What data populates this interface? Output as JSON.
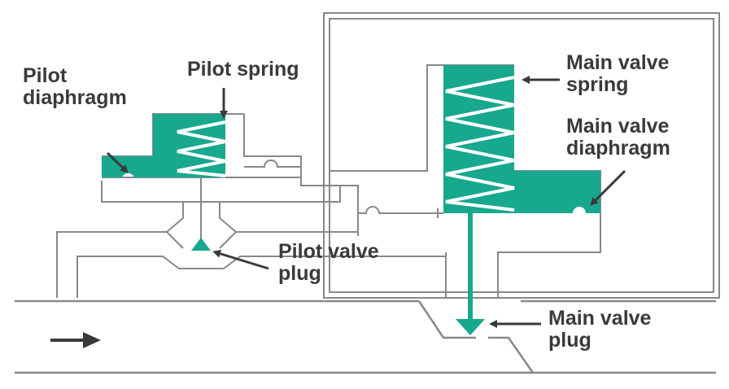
{
  "labels": {
    "pilot_diaphragm": [
      "Pilot",
      "diaphragm"
    ],
    "pilot_spring": "Pilot spring",
    "main_valve_spring": [
      "Main valve",
      "spring"
    ],
    "main_valve_diaphragm": [
      "Main valve",
      "diaphragm"
    ],
    "pilot_valve_plug": [
      "Pilot valve",
      "plug"
    ],
    "main_valve_plug": [
      "Main valve",
      "plug"
    ]
  },
  "colors": {
    "teal": "#17a88e",
    "outline": "#777777",
    "text": "#3a3a3a",
    "arrow": "#3a3a3a"
  },
  "icons": {
    "flow_direction": "right-arrow-icon"
  }
}
